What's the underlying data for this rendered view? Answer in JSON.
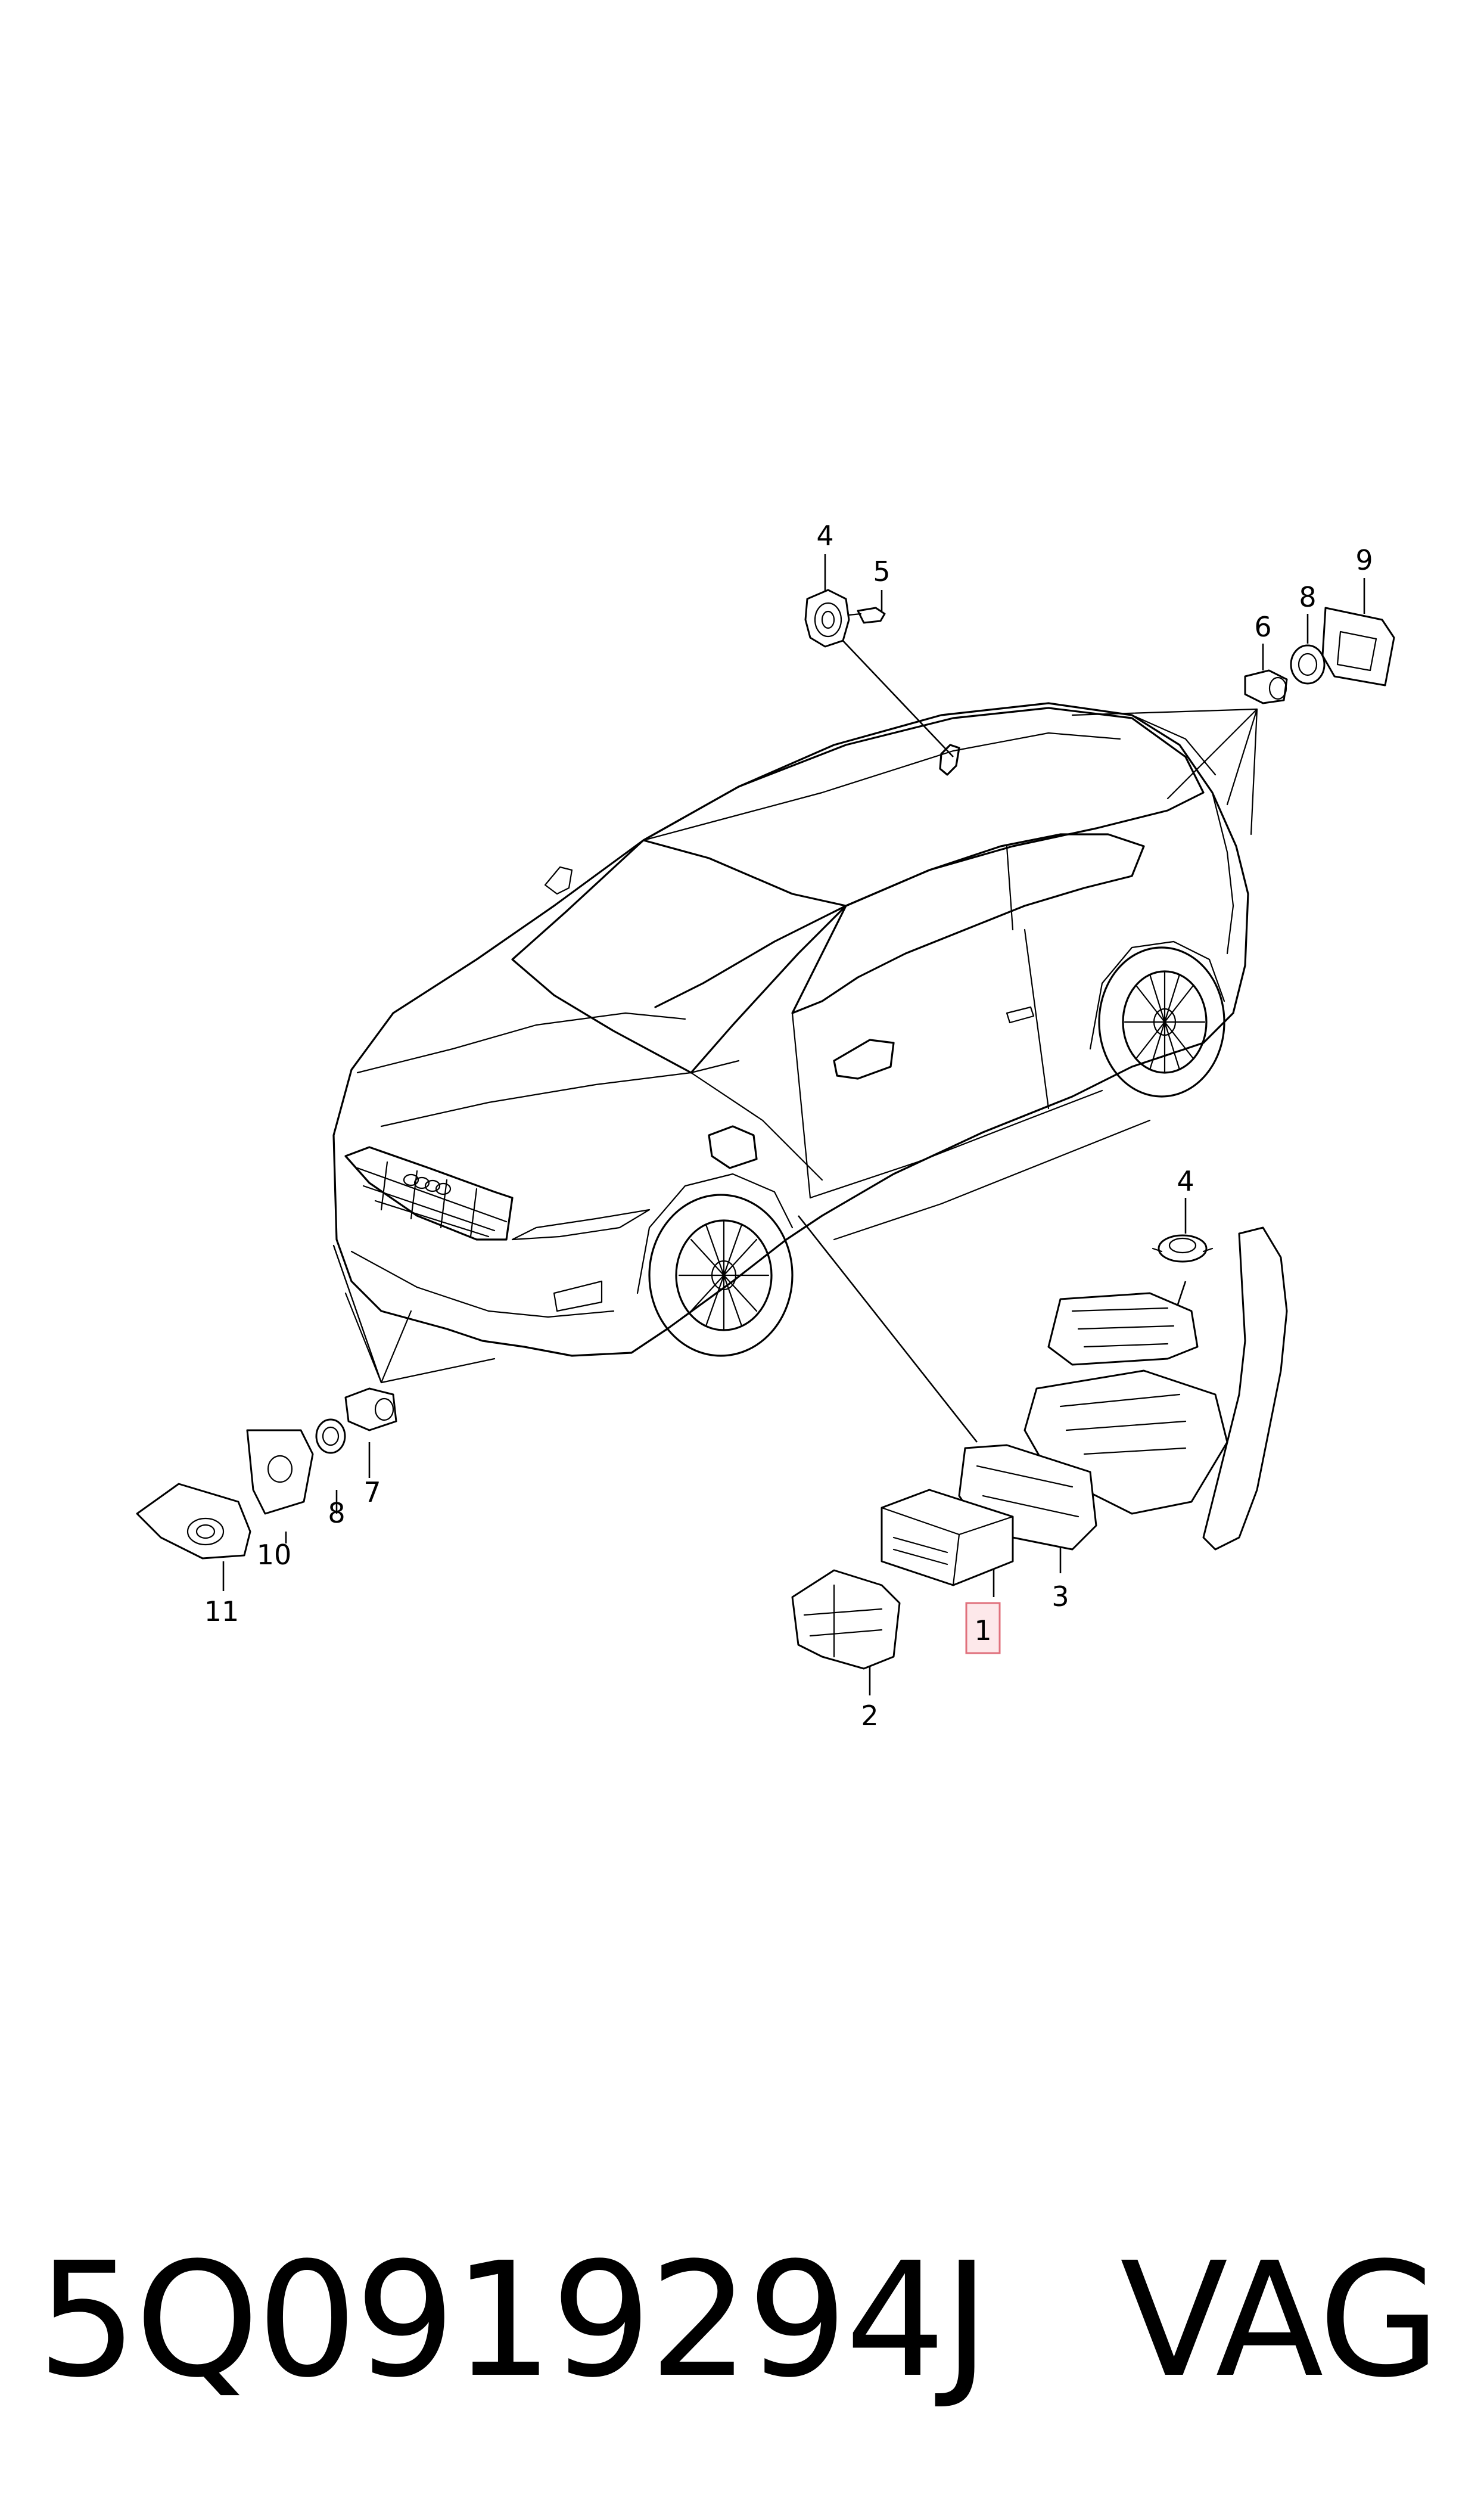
{
  "callouts": {
    "c1": "1",
    "c2": "2",
    "c3": "3",
    "c4a": "4",
    "c4b": "4",
    "c5": "5",
    "c6": "6",
    "c7": "7",
    "c8a": "8",
    "c8b": "8",
    "c9": "9",
    "c10": "10",
    "c11": "11"
  },
  "footer": {
    "part_number": "5Q0919294J",
    "brand": "VAG"
  },
  "colors": {
    "highlight_fill": "#fde8ea",
    "highlight_stroke": "#e0707c"
  }
}
